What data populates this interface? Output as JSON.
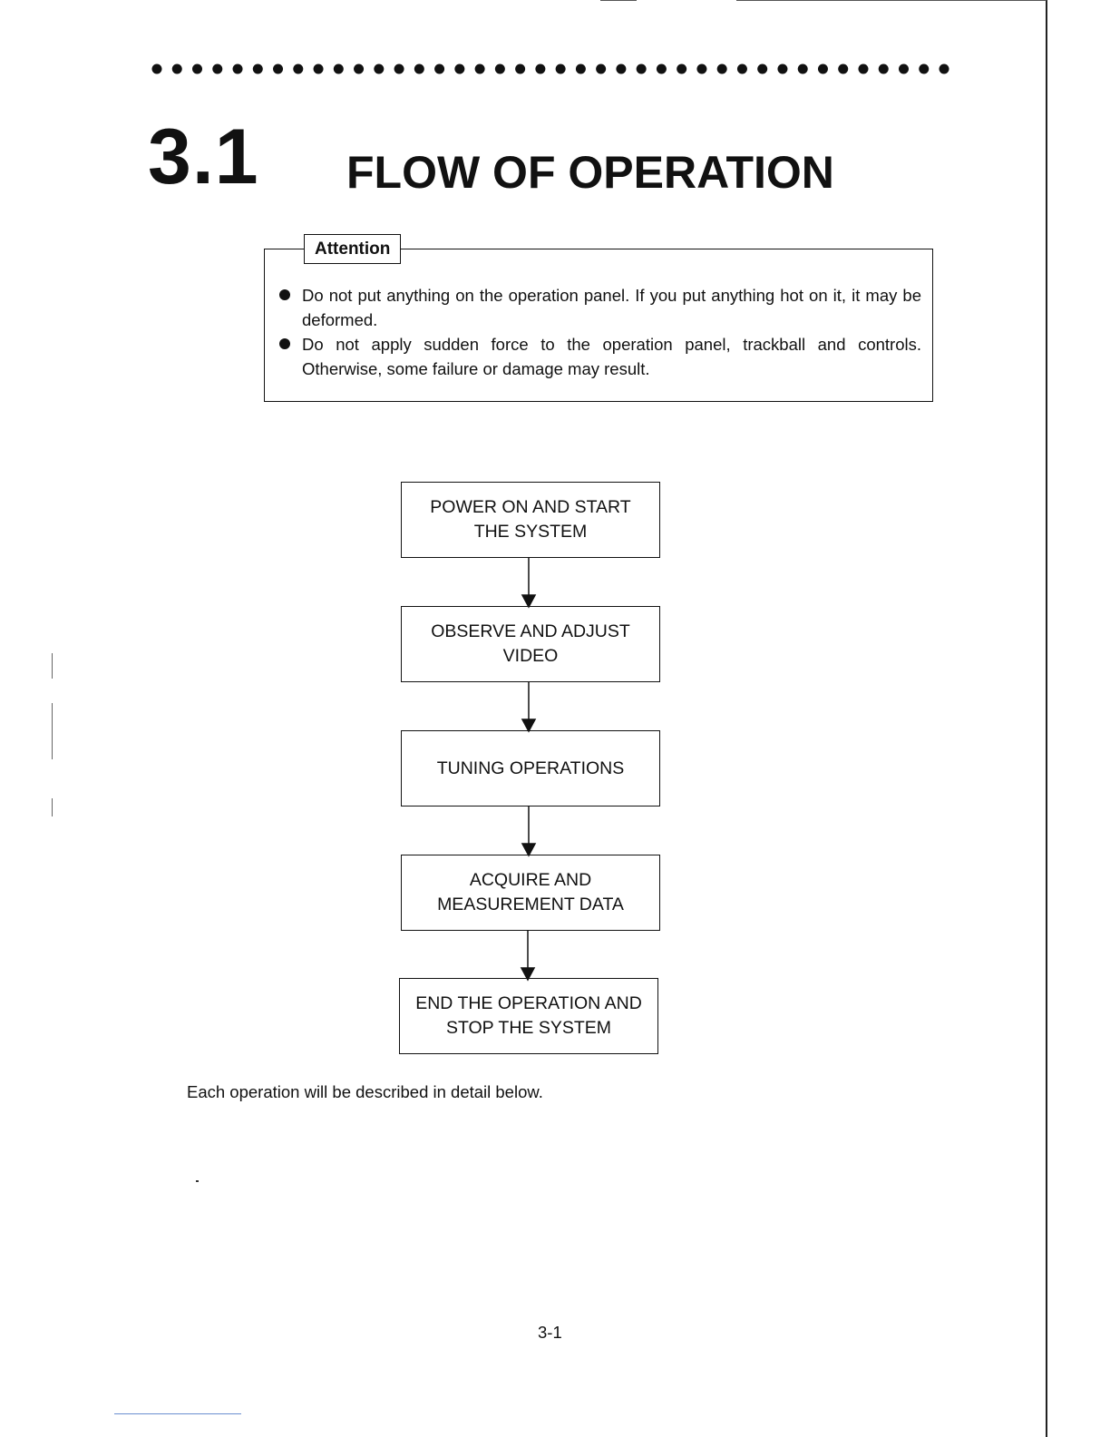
{
  "section": {
    "number": "3.1",
    "title": "FLOW OF OPERATION"
  },
  "attention": {
    "label": "Attention",
    "items": [
      "Do not put anything on the operation panel.   If you put anything hot on it, it may be deformed.",
      "Do not apply sudden force to the operation panel, trackball and controls. Otherwise, some failure or damage may result."
    ]
  },
  "flow": {
    "steps": [
      [
        "POWER ON AND START",
        "THE SYSTEM"
      ],
      [
        "OBSERVE AND ADJUST",
        "VIDEO"
      ],
      [
        "TUNING OPERATIONS"
      ],
      [
        "ACQUIRE AND",
        "MEASUREMENT DATA"
      ],
      [
        "END THE OPERATION AND",
        "STOP THE SYSTEM"
      ]
    ]
  },
  "body": {
    "note": "Each operation will be described in detail below."
  },
  "footer": {
    "page_number": "3-1"
  },
  "colors": {
    "ink": "#111111",
    "paper": "#ffffff"
  }
}
